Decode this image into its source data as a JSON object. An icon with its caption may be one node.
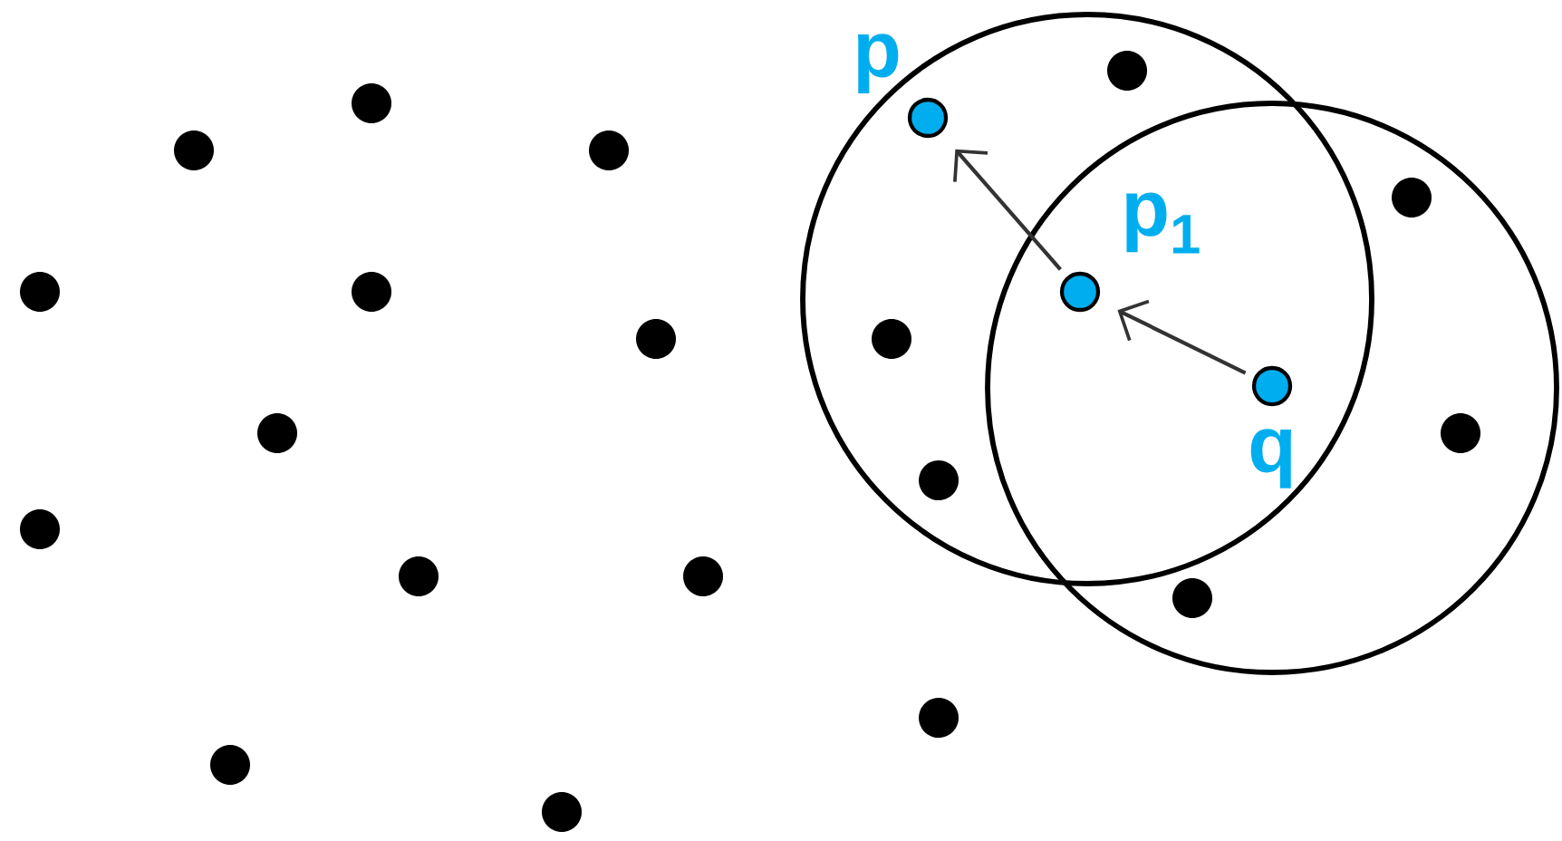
{
  "diagram": {
    "nodes": [
      {
        "text": [],
        "shape": "circle",
        "beside": [
          "p"
        ]
      },
      {
        "text": [],
        "shape": "circle",
        "beside": [
          "p$_{1}$"
        ]
      },
      {
        "text": [],
        "shape": "circle",
        "beside": [
          "q"
        ]
      },
      {
        "text": [],
        "shape": "circle"
      },
      {
        "text": [],
        "shape": "circle"
      },
      {
        "text": [],
        "shape": "circle"
      },
      {
        "text": [],
        "shape": "circle"
      },
      {
        "text": [],
        "shape": "circle"
      },
      {
        "text": [],
        "shape": "circle"
      },
      {
        "text": [],
        "shape": "circle"
      },
      {
        "text": [],
        "shape": "circle"
      },
      {
        "text": [],
        "shape": "circle"
      },
      {
        "text": [],
        "shape": "circle"
      },
      {
        "text": [],
        "shape": "circle"
      },
      {
        "text": [],
        "shape": "circle"
      },
      {
        "text": [],
        "shape": "circle"
      },
      {
        "text": [],
        "shape": "circle"
      },
      {
        "text": [],
        "shape": "circle"
      },
      {
        "text": [],
        "shape": "circle"
      },
      {
        "text": [],
        "shape": "circle"
      },
      {
        "text": [],
        "shape": "circle"
      },
      {
        "text": [],
        "shape": "circle"
      }
    ],
    "edges": [
      {
        "from": 2,
        "to": 1,
        "arrow": "to"
      },
      {
        "from": 1,
        "to": 0,
        "arrow": "to"
      }
    ]
  }
}
